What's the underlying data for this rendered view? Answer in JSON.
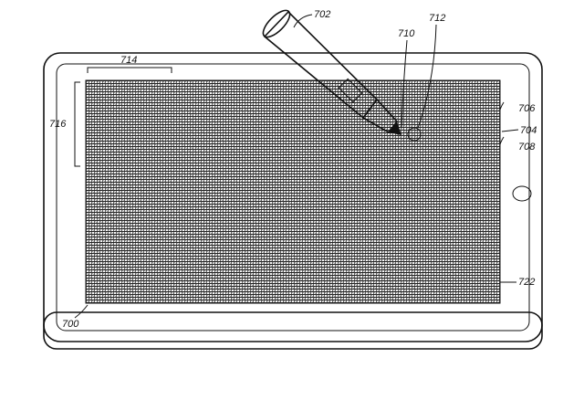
{
  "figure": {
    "refs": {
      "device": "700",
      "stylus": "702",
      "button_upper": "706",
      "side_edge": "704",
      "button_lower": "708",
      "stylus_tip": "710",
      "touch_point": "712",
      "width_extent": "714",
      "height_extent": "716",
      "touch_screen": "722"
    }
  }
}
